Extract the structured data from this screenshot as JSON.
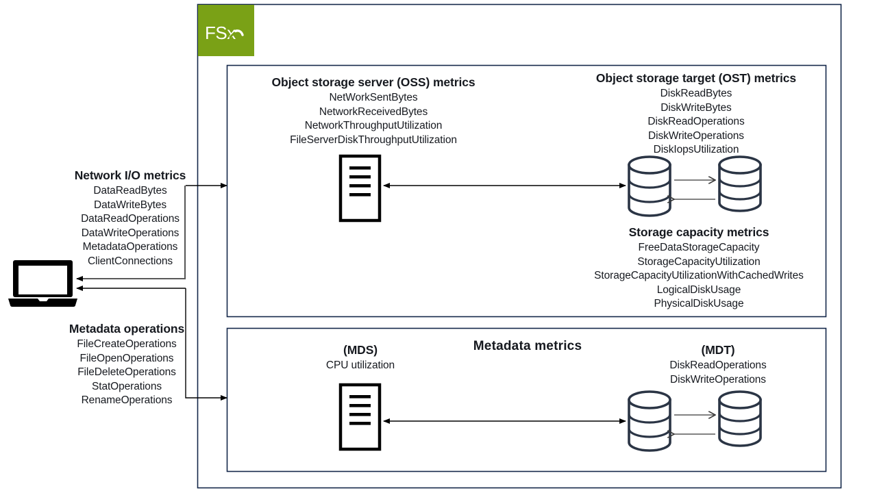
{
  "diagram": {
    "title_visible": false,
    "brand": {
      "name": "FSx",
      "logo_text": "FSx",
      "logo_color": "#7aa116",
      "logo_glyph": "fsx-swoosh"
    },
    "colors": {
      "box_border": "#14274a",
      "cylinder": "#2b3545",
      "arrow_dark": "#000000",
      "arrow_gray": "#595959",
      "text": "#16191f",
      "brand_green": "#7aa116"
    },
    "client": {
      "icon": "laptop-icon"
    },
    "left_groups": [
      {
        "id": "network-io",
        "title": "Network I/O metrics",
        "items": [
          "DataReadBytes",
          "DataWriteBytes",
          "DataReadOperations",
          "DataWriteOperations",
          "MetadataOperations",
          "ClientConnections"
        ]
      },
      {
        "id": "metadata-operations",
        "title": "Metadata operations",
        "items": [
          "FileCreateOperations",
          "FileOpenOperations",
          "FileDeleteOperations",
          "StatOperations",
          "RenameOperations"
        ]
      }
    ],
    "storage_panel": {
      "id": "storage-panel",
      "oss": {
        "title": "Object storage server (OSS) metrics",
        "items": [
          "NetWorkSentBytes",
          "NetworkReceivedBytes",
          "NetworkThroughputUtilization",
          "FileServerDiskThroughputUtilization"
        ],
        "icon": "server-icon"
      },
      "ost": {
        "title": "Object storage target (OST) metrics",
        "items": [
          "DiskReadBytes",
          "DiskWriteBytes",
          "DiskReadOperations",
          "DiskWriteOperations",
          "DiskIopsUtilization"
        ],
        "icon": "storage-cylinder-icon"
      },
      "capacity": {
        "title": "Storage capacity metrics",
        "items": [
          "FreeDataStorageCapacity",
          "StorageCapacityUtilization",
          "StorageCapacityUtilizationWithCachedWrites",
          "LogicalDiskUsage",
          "PhysicalDiskUsage"
        ]
      }
    },
    "metadata_panel": {
      "id": "metadata-panel",
      "center_title": "Metadata  metrics",
      "mds": {
        "title": "(MDS)",
        "items": [
          "CPU utilization"
        ],
        "icon": "server-icon"
      },
      "mdt": {
        "title": "(MDT)",
        "items": [
          "DiskReadOperations",
          "DiskWriteOperations"
        ],
        "icon": "storage-cylinder-icon"
      }
    }
  }
}
